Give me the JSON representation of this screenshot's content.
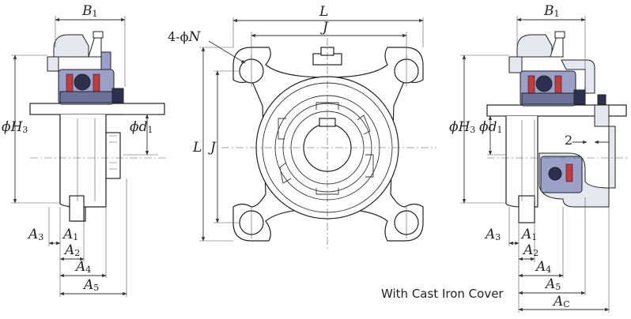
{
  "colors": {
    "line": "#222222",
    "bearing_fill": "#9aa0c8",
    "housing_fill": "#e6e8f0",
    "ball_dark": "#2d3150",
    "seal_red": "#c23a3a"
  },
  "left_view": {
    "labels": {
      "B1": "B",
      "B1_sub": "1",
      "H3": "ϕH",
      "H3_sub": "3",
      "d1": "ϕd",
      "d1_sub": "1",
      "A3": "A",
      "A3_sub": "3",
      "A1": "A",
      "A1_sub": "1",
      "A2": "A",
      "A2_sub": "2",
      "A4": "A",
      "A4_sub": "4",
      "A5": "A",
      "A5_sub": "5"
    }
  },
  "front_view": {
    "labels": {
      "L_top": "L",
      "J_top": "J",
      "N_holes": "4-ϕ",
      "N": "N",
      "L_left": "L",
      "J_left": "J"
    }
  },
  "right_view": {
    "labels": {
      "B1": "B",
      "B1_sub": "1",
      "H3": "ϕH",
      "H3_sub": "3",
      "d1": "ϕd",
      "d1_sub": "1",
      "clearance": "2",
      "A3": "A",
      "A3_sub": "3",
      "A1": "A",
      "A1_sub": "1",
      "A2": "A",
      "A2_sub": "2",
      "A4": "A",
      "A4_sub": "4",
      "A5": "A",
      "A5_sub": "5",
      "Ac": "A",
      "Ac_sub": "C"
    },
    "caption": "With Cast Iron Cover"
  }
}
